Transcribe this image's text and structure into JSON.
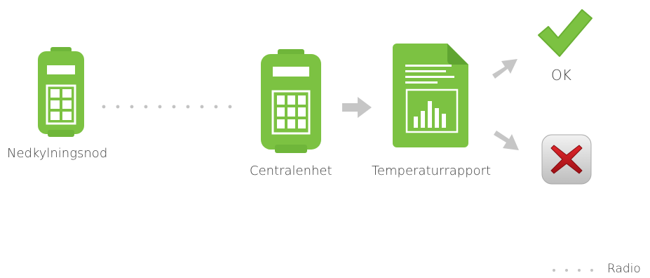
{
  "nodes": {
    "cooling_node": {
      "label": "Nedkylningsnod"
    },
    "central_unit": {
      "label": "Centralenhet"
    },
    "temperature_report": {
      "label": "Temperaturrapport"
    },
    "ok": {
      "label": "OK"
    }
  },
  "legend": {
    "radio_label": "Radio"
  },
  "colors": {
    "device_green": "#7cc242",
    "device_green_dark": "#5fa431",
    "arrow_gray": "#c6c6c6",
    "dot_gray": "#c3c3c3",
    "check_green": "#7cc242",
    "cross_red": "#c4161c"
  }
}
